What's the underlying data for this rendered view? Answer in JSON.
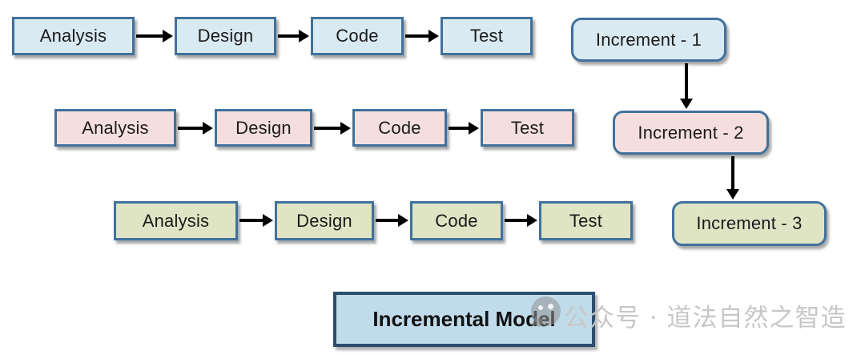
{
  "diagram": {
    "title": "Incremental Model",
    "rows": [
      {
        "name": "increment-1-phases",
        "theme": "blue",
        "steps": [
          "Analysis",
          "Design",
          "Code",
          "Test"
        ]
      },
      {
        "name": "increment-2-phases",
        "theme": "pink",
        "steps": [
          "Analysis",
          "Design",
          "Code",
          "Test"
        ]
      },
      {
        "name": "increment-3-phases",
        "theme": "green",
        "steps": [
          "Analysis",
          "Design",
          "Code",
          "Test"
        ]
      }
    ],
    "increments": [
      {
        "label": "Increment - 1",
        "theme": "blue"
      },
      {
        "label": "Increment - 2",
        "theme": "pink"
      },
      {
        "label": "Increment - 3",
        "theme": "green"
      }
    ],
    "watermark": {
      "text": "公众号 · 道法自然之智造",
      "icon": "wechat-logo-icon"
    },
    "colors": {
      "blue_fill": "#d9eaf3",
      "pink_fill": "#f5dfde",
      "green_fill": "#dfe5c4",
      "box_border": "#41719c",
      "title_fill": "#c0dcea",
      "title_border": "#2c4d6e",
      "arrow": "#000000",
      "watermark_gray": "#c7c7c7"
    }
  }
}
